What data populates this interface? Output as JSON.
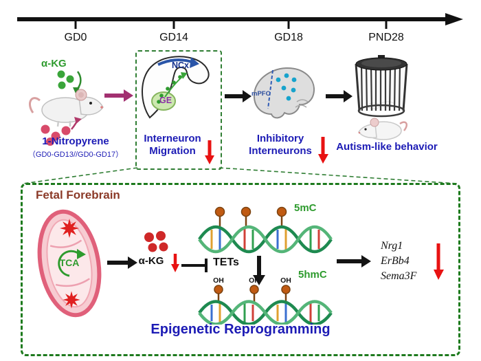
{
  "colors": {
    "accent_blue": "#1c1bb5",
    "green": "#2e9b2e",
    "dashed_green": "#1d7a1d",
    "red": "#e81212",
    "brown": "#8b3a28",
    "magenta": "#a23070",
    "methyl_orange": "#c05a12"
  },
  "timeline": {
    "ticks": [
      "GD0",
      "GD14",
      "GD18",
      "PND28"
    ]
  },
  "exposure": {
    "akg_label": "α-KG",
    "name": "1-Nitropyrene",
    "schedule": "（GD0-GD13//GD0-GD17）"
  },
  "gd14_panel": {
    "ncx_label": "NCx",
    "ge_label": "GE",
    "caption_line1": "Interneuron",
    "caption_line2": "Migration"
  },
  "gd18_panel": {
    "mpfc_label": "mPFC",
    "caption_line1": "Inhibitory",
    "caption_line2": "Interneurons"
  },
  "pnd28_panel": {
    "caption": "Autism-like behavior"
  },
  "mechanism_panel": {
    "title": "Fetal Forebrain",
    "tca_label": "TCA",
    "akg_label": "α-KG",
    "tets_label": "TETs",
    "mc_label": "5mC",
    "hmc_label": "5hmC",
    "oh_labels": [
      "OH",
      "OH",
      "OH"
    ],
    "genes": [
      "Nrg1",
      "ErBb4",
      "Sema3F"
    ],
    "caption": "Epigenetic Reprogramming"
  }
}
